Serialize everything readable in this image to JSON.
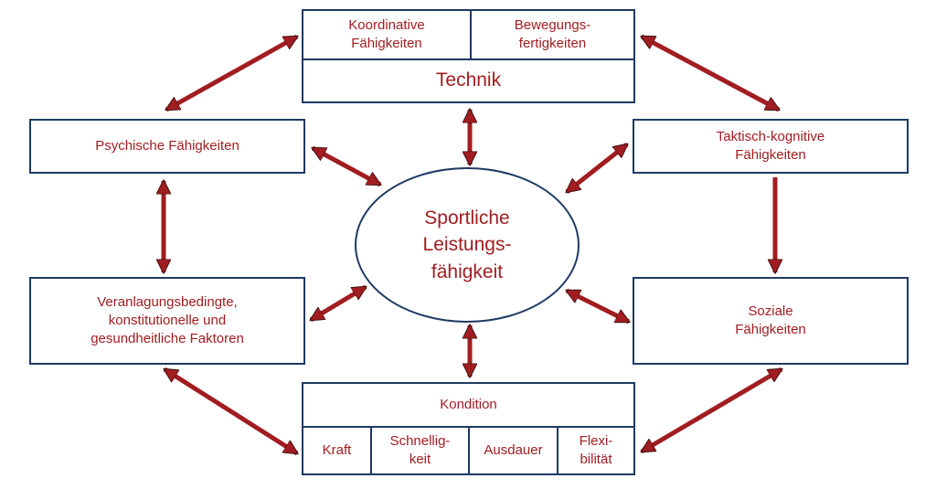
{
  "center": {
    "label": "Sportliche\nLeistungs-\nfähigkeit"
  },
  "technik": {
    "title": "Technik",
    "koordinative": "Koordinative\nFähigkeiten",
    "bewegung": "Bewegungs-\nfertigkeiten"
  },
  "psychische": {
    "label": "Psychische Fähigkeiten"
  },
  "taktisch": {
    "label": "Taktisch-kognitive\nFähigkeiten"
  },
  "veranlagung": {
    "label": "Veranlagungsbedingte,\nkonstitutionelle und\ngesundheitliche Faktoren"
  },
  "soziale": {
    "label": "Soziale\nFähigkeiten"
  },
  "kondition": {
    "title": "Kondition",
    "kraft": "Kraft",
    "schnelligkeit": "Schnellig-\nkeit",
    "ausdauer": "Ausdauer",
    "flexibilitaet": "Flexi-\nbilität"
  },
  "colors": {
    "arrow": "#a11d21",
    "border": "#1f3a63",
    "text": "#a11d21"
  }
}
